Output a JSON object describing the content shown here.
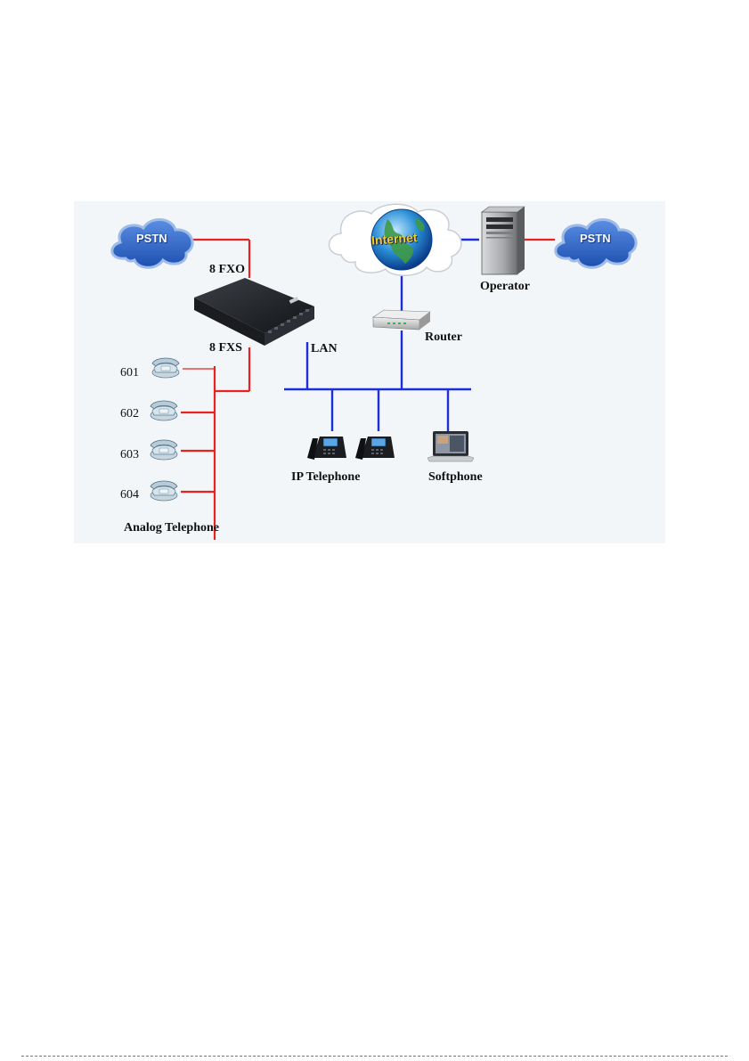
{
  "diagram": {
    "pstn_left": "PSTN",
    "pstn_right": "PSTN",
    "internet": "Internet",
    "fxo_label": "8 FXO",
    "fxs_label": "8 FXS",
    "lan_label": "LAN",
    "router_label": "Router",
    "operator_label": "Operator",
    "ip_telephone_label": "IP Telephone",
    "softphone_label": "Softphone",
    "analog_label": "Analog Telephone",
    "extensions": [
      "601",
      "602",
      "603",
      "604"
    ],
    "colors": {
      "analog_line": "#e8231f",
      "network_line": "#1d2fd8",
      "cloud_fill": "#2f63c8",
      "background": "#f3f6f8"
    }
  }
}
